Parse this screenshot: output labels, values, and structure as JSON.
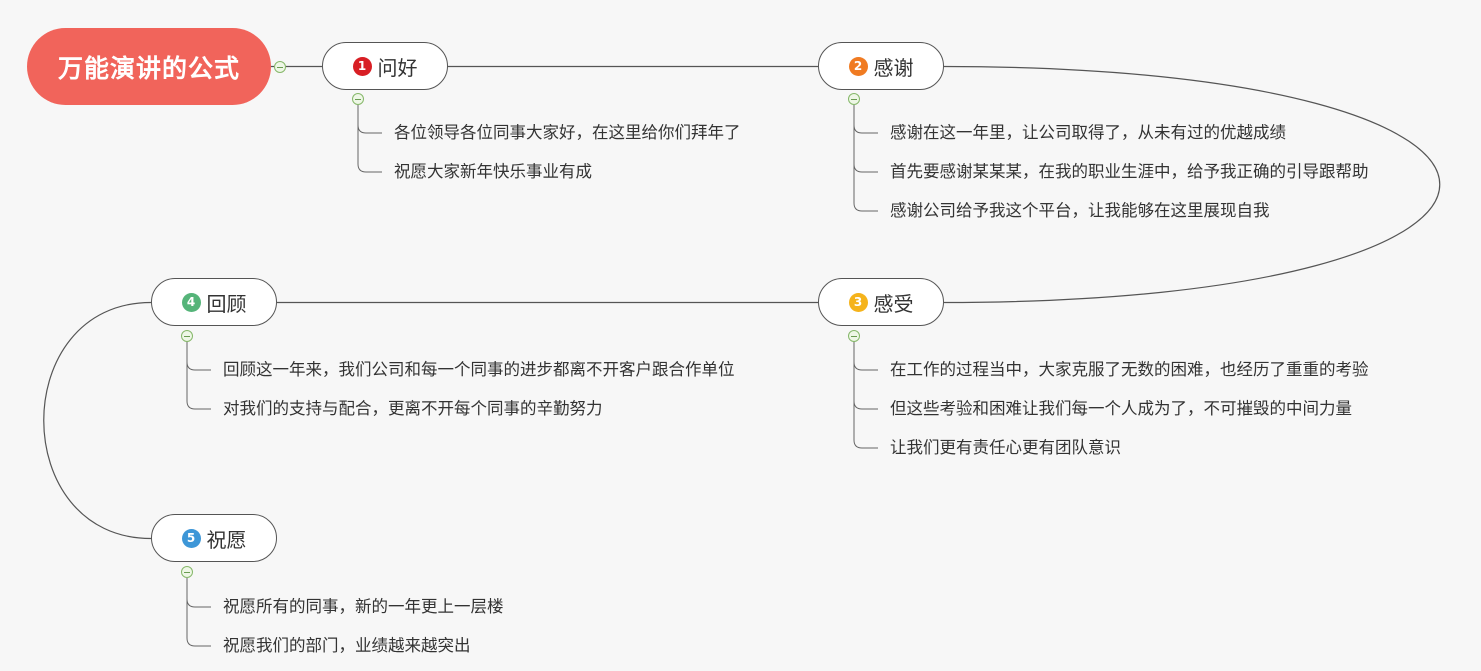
{
  "root": {
    "title": "万能演讲的公式",
    "color": "#f1645b"
  },
  "topics": [
    {
      "id": "t1",
      "number": "1",
      "title": "问好",
      "badge_color": "#d81e24",
      "items": [
        "各位领导各位同事大家好，在这里给你们拜年了",
        "祝愿大家新年快乐事业有成"
      ]
    },
    {
      "id": "t2",
      "number": "2",
      "title": "感谢",
      "badge_color": "#f07b22",
      "items": [
        "感谢在这一年里，让公司取得了，从未有过的优越成绩",
        "首先要感谢某某某，在我的职业生涯中，给予我正确的引导跟帮助",
        "感谢公司给予我这个平台，让我能够在这里展现自我"
      ]
    },
    {
      "id": "t3",
      "number": "3",
      "title": "感受",
      "badge_color": "#f5b31b",
      "items": [
        "在工作的过程当中，大家克服了无数的困难，也经历了重重的考验",
        "但这些考验和困难让我们每一个人成为了，不可摧毁的中间力量",
        "让我们更有责任心更有团队意识"
      ]
    },
    {
      "id": "t4",
      "number": "4",
      "title": "回顾",
      "badge_color": "#55b479",
      "items": [
        "回顾这一年来，我们公司和每一个同事的进步都离不开客户跟合作单位",
        "对我们的支持与配合，更离不开每个同事的辛勤努力"
      ]
    },
    {
      "id": "t5",
      "number": "5",
      "title": "祝愿",
      "badge_color": "#3d96d7",
      "items": [
        "祝愿所有的同事，新的一年更上一层楼",
        "祝愿我们的部门，业绩越来越突出"
      ]
    }
  ]
}
